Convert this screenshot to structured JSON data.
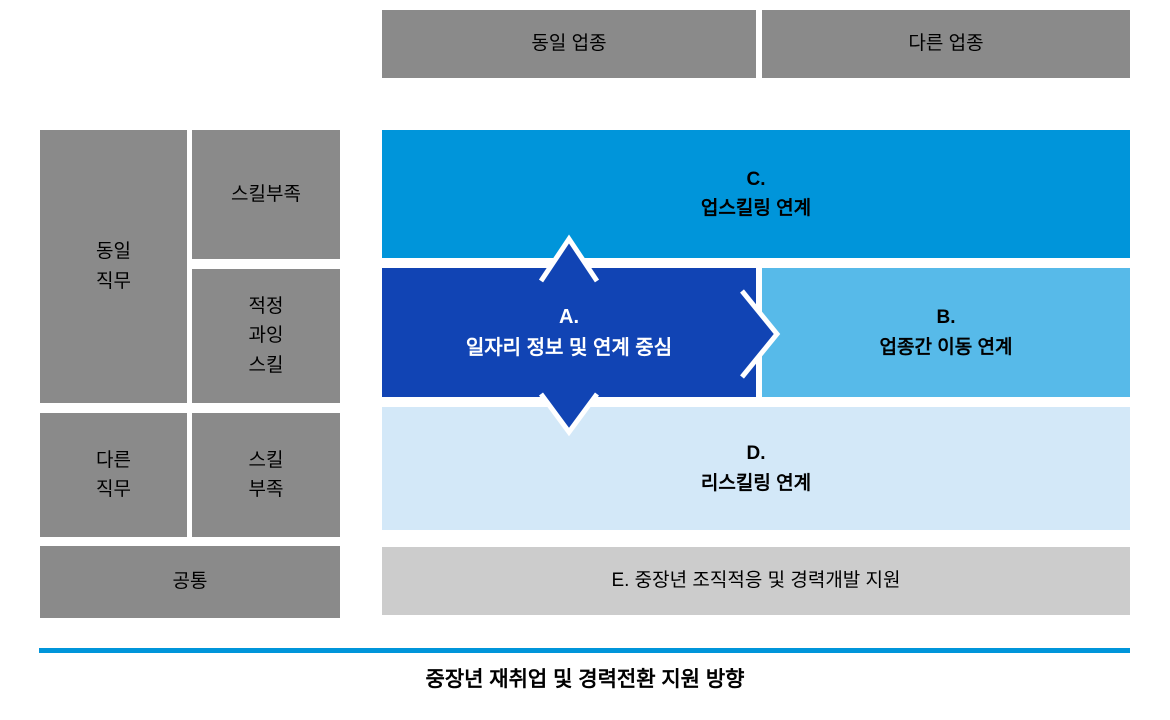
{
  "header": {
    "same_industry": "동일 업종",
    "different_industry": "다른 업종"
  },
  "matrix": {
    "same_job": "동일\n직무",
    "skill_shortage_top": "스킬부족",
    "adequate_excess_skill": "적정\n과잉\n스킬",
    "different_job": "다른\n직무",
    "skill_shortage_bottom": "스킬\n부족",
    "common": "공통"
  },
  "cells": {
    "c": {
      "letter": "C.",
      "label": "업스킬링 연계"
    },
    "a": {
      "letter": "A.",
      "label": "일자리 정보 및 연계 중심"
    },
    "b": {
      "letter": "B.",
      "label": "업종간 이동 연계"
    },
    "d": {
      "letter": "D.",
      "label": "리스킬링 연계"
    },
    "e": {
      "label": "E. 중장년 조직적응 및 경력개발 지원"
    }
  },
  "caption": "중장년 재취업 및 경력전환 지원 방향",
  "colors": {
    "dark_gray": "#8a8a8a",
    "light_gray": "#cccccc",
    "cell_c": "#0095da",
    "cell_a": "#1144b4",
    "cell_b": "#57bae9",
    "cell_d": "#d3e8f8",
    "line_blue": "#0095da"
  }
}
